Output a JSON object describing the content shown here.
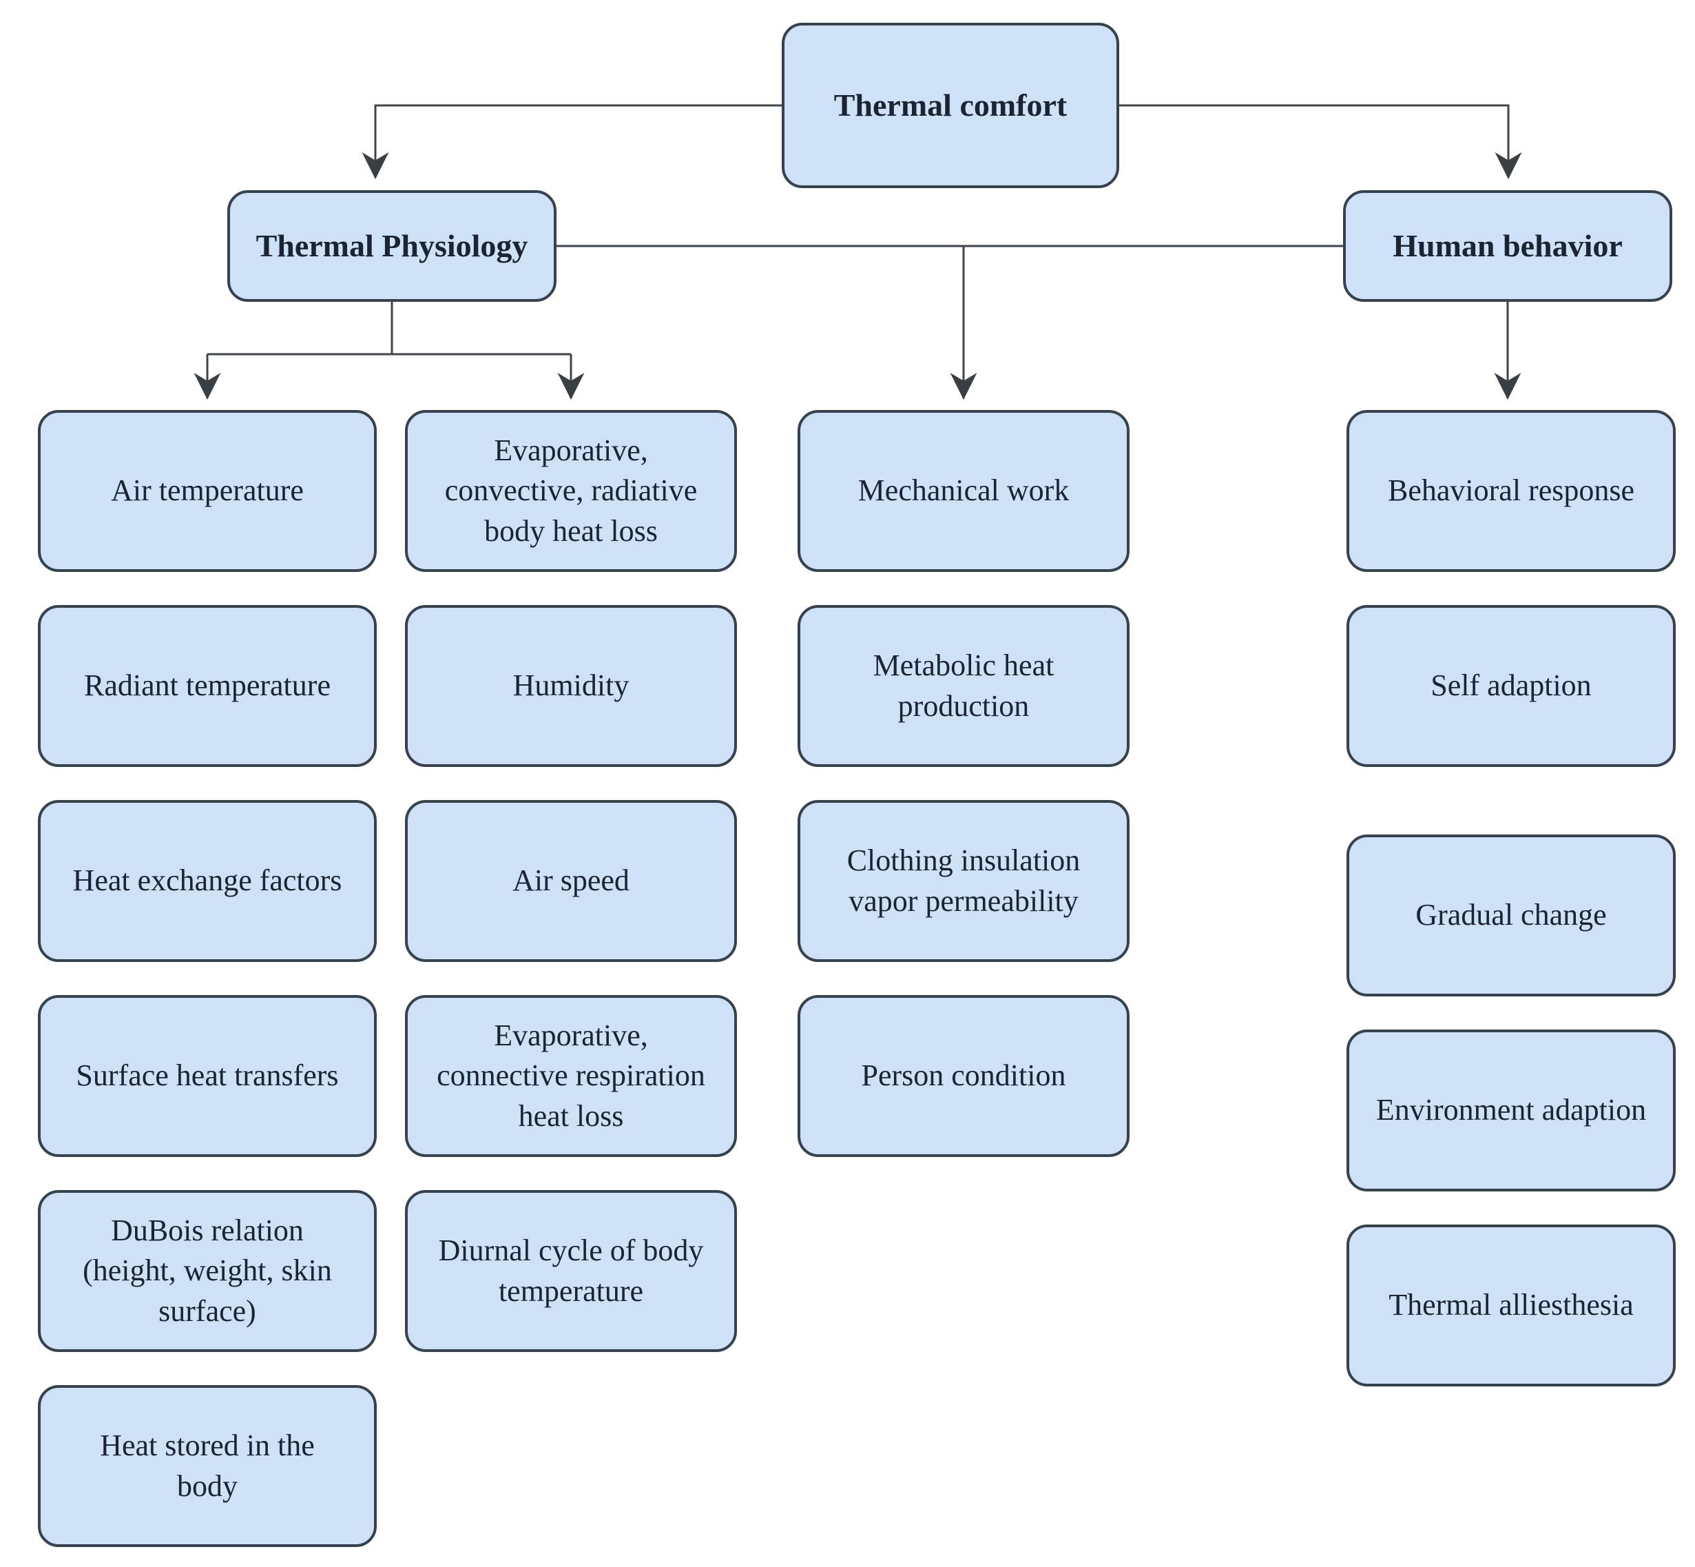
{
  "diagram_title": "Thermal comfort",
  "colors": {
    "node_fill": "#cfe1f7",
    "node_border": "#36424e",
    "text": "#1a2433",
    "connector": "#3f4449",
    "background": "#ffffff"
  },
  "nodes": {
    "thermal_comfort": "Thermal comfort",
    "thermal_physiology": "Thermal Physiology",
    "human_behavior": "Human behavior",
    "air_temperature": "Air temperature",
    "evaporative_body_heat_loss": "Evaporative,\nconvective, radiative\nbody heat loss",
    "mechanical_work": "Mechanical work",
    "behavioral_response": "Behavioral response",
    "radiant_temperature": "Radiant temperature",
    "humidity": "Humidity",
    "metabolic_heat_production": "Metabolic heat\nproduction",
    "self_adaption": "Self adaption",
    "heat_exchange_factors": "Heat exchange factors",
    "air_speed": "Air speed",
    "clothing_insulation": "Clothing insulation\nvapor permeability",
    "gradual_change": "Gradual change",
    "surface_heat_transfers": "Surface heat transfers",
    "evaporative_respiration_heat_loss": "Evaporative,\nconnective respiration\nheat loss",
    "person_condition": "Person condition",
    "environment_adaption": "Environment adaption",
    "dubois_relation": "DuBois relation\n(height, weight, skin\nsurface)",
    "diurnal_cycle": "Diurnal cycle of body\ntemperature",
    "thermal_alliesthesia": "Thermal alliesthesia",
    "heat_stored_in_body": "Heat stored in the\nbody"
  }
}
